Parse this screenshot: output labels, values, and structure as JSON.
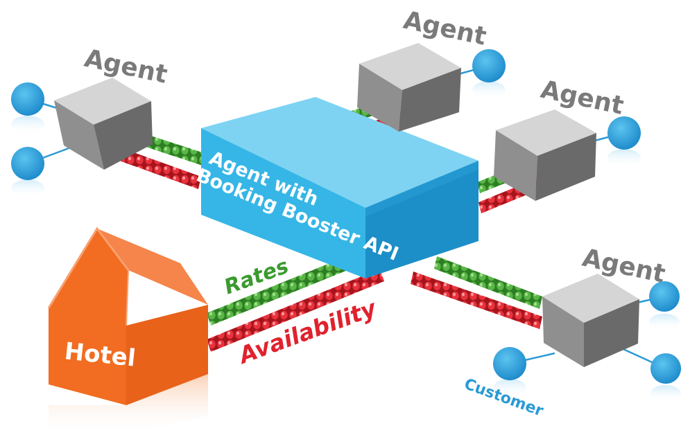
{
  "labels": {
    "agent": "Agent",
    "hub_line1": "Agent with",
    "hub_line2": "Booking Booster API",
    "hotel": "Hotel",
    "rates": "Rates",
    "availability": "Availability",
    "customer": "Customer"
  },
  "colors": {
    "rates": "#3a9a2e",
    "availability": "#e0222e",
    "customer": "#2a9ad6",
    "hub": "#35b8e8",
    "hotel": "#f06c1d",
    "agent": "#8a8a8a"
  },
  "icons": [
    "customer-node-icon",
    "agent-cube-icon",
    "hub-box-icon",
    "hotel-house-icon"
  ]
}
